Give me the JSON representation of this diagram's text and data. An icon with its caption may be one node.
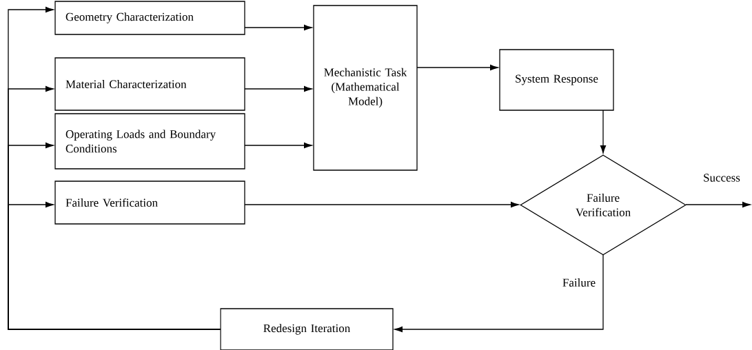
{
  "diagram": {
    "nodes": [
      {
        "text": [
          "Geometry Characterization"
        ]
      },
      {
        "text": [
          "Material Characterization"
        ]
      },
      {
        "text": [
          "Operating Loads and Boundary Conditions"
        ]
      },
      {
        "text": [
          "Failure Verification"
        ]
      },
      {
        "text": [
          "Mechanistic Task (Mathematical Model)"
        ]
      },
      {
        "text": [
          "System Response"
        ]
      },
      {
        "text": [
          "Failure Verification"
        ]
      },
      {
        "text": [
          "Redesign Iteration"
        ]
      }
    ],
    "edges": [
      {
        "from": 0,
        "to": 4,
        "arrow": "to"
      },
      {
        "from": 1,
        "to": 4,
        "arrow": "to"
      },
      {
        "from": 2,
        "to": 4,
        "arrow": "to"
      },
      {
        "from": 4,
        "to": 5,
        "arrow": "to"
      },
      {
        "from": 5,
        "to": 6,
        "arrow": "to"
      },
      {
        "from": 3,
        "to": 6,
        "arrow": "to"
      },
      {
        "from": 6,
        "to": null,
        "arrow": "to",
        "label": "Success"
      },
      {
        "from": 6,
        "to": 7,
        "arrow": "to",
        "label": "Failure"
      },
      {
        "from": 7,
        "to": 0,
        "arrow": "to"
      },
      {
        "from": 7,
        "to": 1,
        "arrow": "to"
      },
      {
        "from": 7,
        "to": 2,
        "arrow": "to"
      },
      {
        "from": 7,
        "to": 3,
        "arrow": "to"
      }
    ]
  }
}
